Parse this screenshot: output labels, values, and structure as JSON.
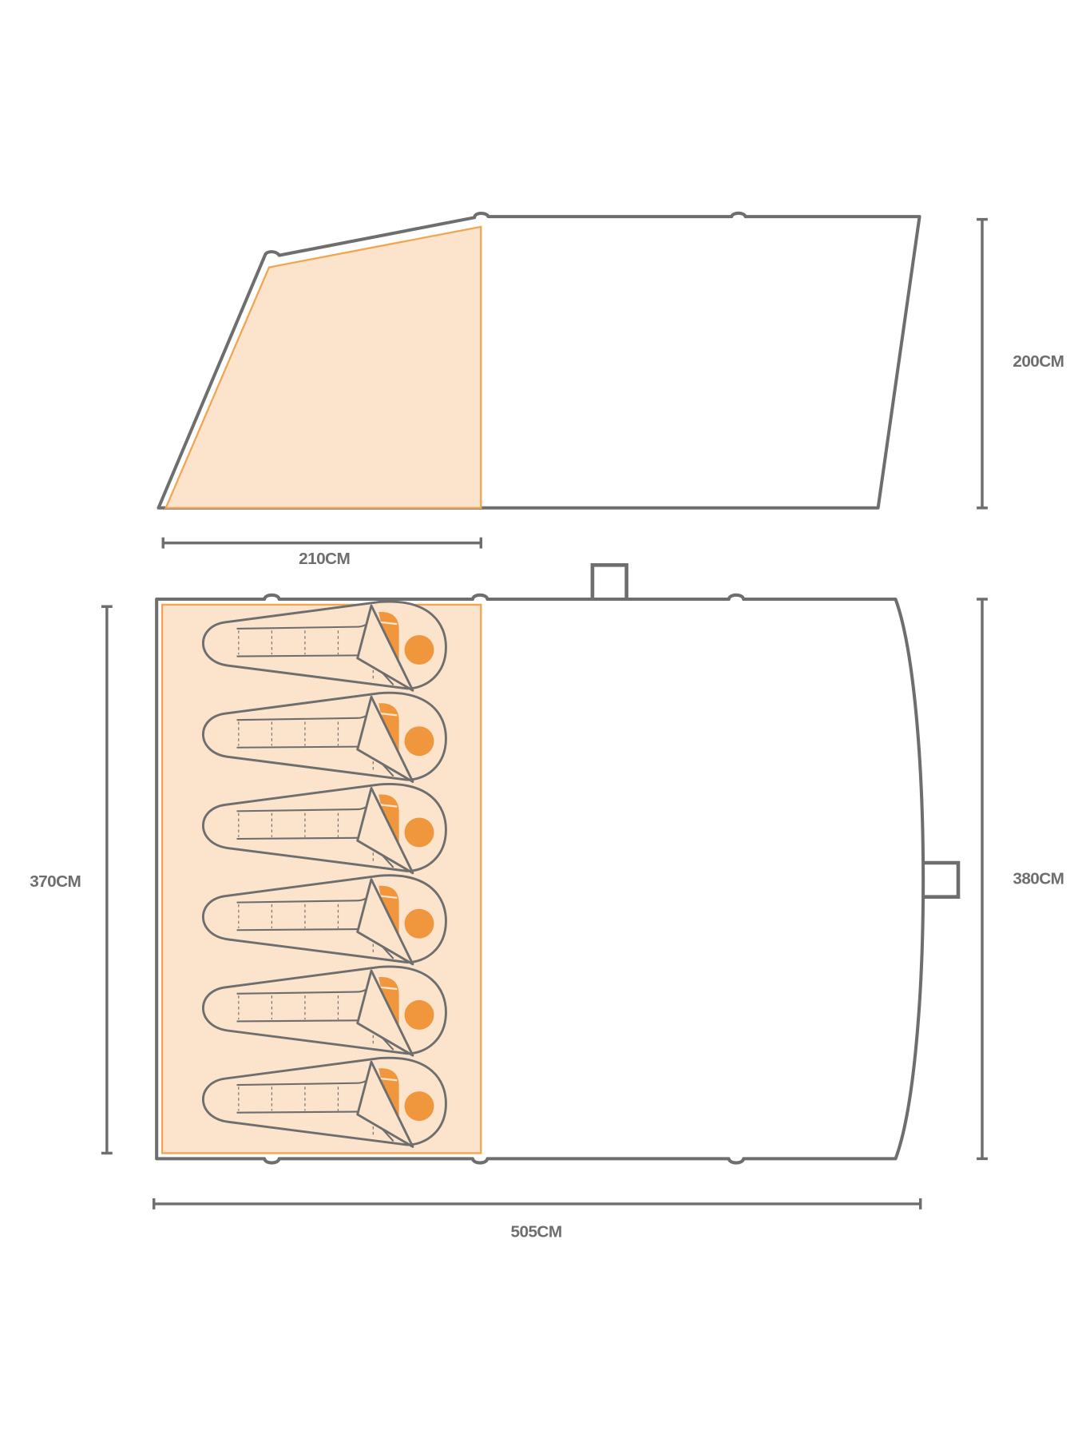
{
  "side_view": {
    "height_label": "200CM",
    "inner_length_label": "210CM"
  },
  "floor_plan": {
    "inner_width_label": "370CM",
    "outer_width_label": "380CM",
    "total_length_label": "505CM",
    "sleeping_bags": 6
  },
  "colors": {
    "outline": "#6e6e6e",
    "bedroom_fill": "#fbe3cc",
    "bedroom_stroke": "#f2a550",
    "head": "#f0963c"
  }
}
